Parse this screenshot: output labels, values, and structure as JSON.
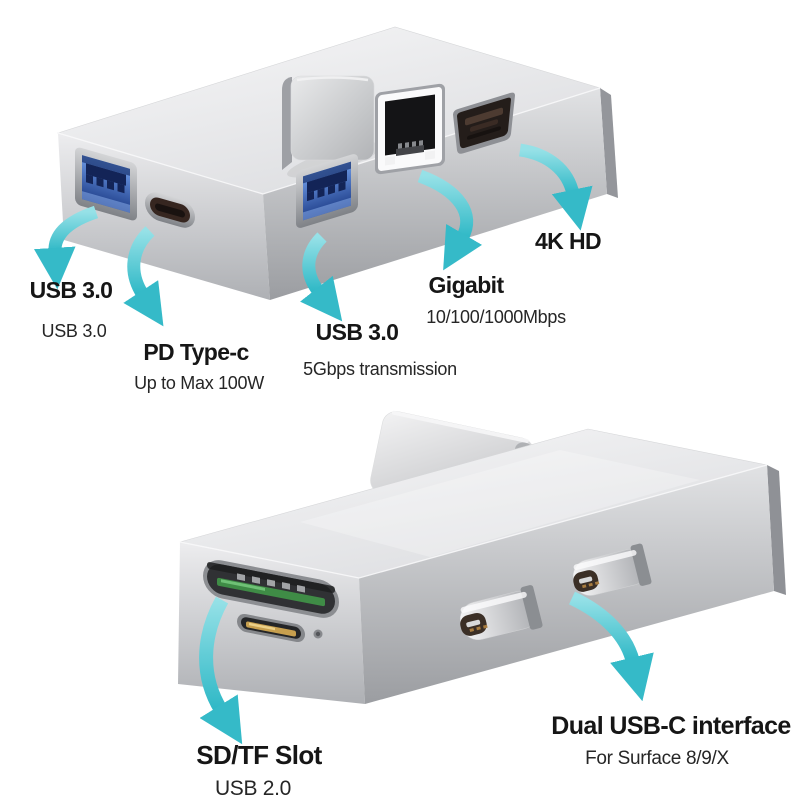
{
  "page": {
    "background": "#ffffff"
  },
  "colors": {
    "arrow_gradient_light": "#96e1e7",
    "arrow_gradient_dark": "#2eb8c6",
    "arrow_head": "#35bac8",
    "title_text": "#161616",
    "subtitle_text": "#262626",
    "device_silver_light": "#f7f7f8",
    "device_silver_dark": "#9b9da1",
    "usb_port_blue": "#2f5cb8",
    "sd_pcb_green": "#3f8c46",
    "tf_contacts_gold": "#c79f4e"
  },
  "labels": {
    "usb3_left": {
      "title": "USB 3.0",
      "subtitle": "USB 3.0"
    },
    "pd_typec": {
      "title": "PD Type-c",
      "subtitle": "Up to Max 100W"
    },
    "usb3_mid": {
      "title": "USB 3.0",
      "subtitle": "5Gbps transmission"
    },
    "gigabit": {
      "title": "Gigabit",
      "subtitle": "10/100/1000Mbps"
    },
    "hd4k": {
      "title": "4K HD"
    },
    "sd_tf": {
      "title": "SD/TF Slot",
      "subtitle": "USB 2.0"
    },
    "dual_usbc": {
      "title": "Dual USB-C interface",
      "subtitle": "For Surface 8/9/X"
    }
  },
  "views": {
    "top": {
      "icons": [
        "usb-a-port-icon",
        "usb-c-pd-port-icon",
        "usb-a-port-icon",
        "rj45-ethernet-port-icon",
        "hdmi-port-icon",
        "mount-clamp-tab-icon",
        "curved-arrow-icon"
      ]
    },
    "bottom": {
      "icons": [
        "sd-card-slot-icon",
        "tf-card-slot-icon",
        "led-indicator-icon",
        "usb-c-plug-icon",
        "usb-c-plug-icon",
        "mount-clamp-tab-icon",
        "curved-arrow-icon"
      ]
    }
  }
}
